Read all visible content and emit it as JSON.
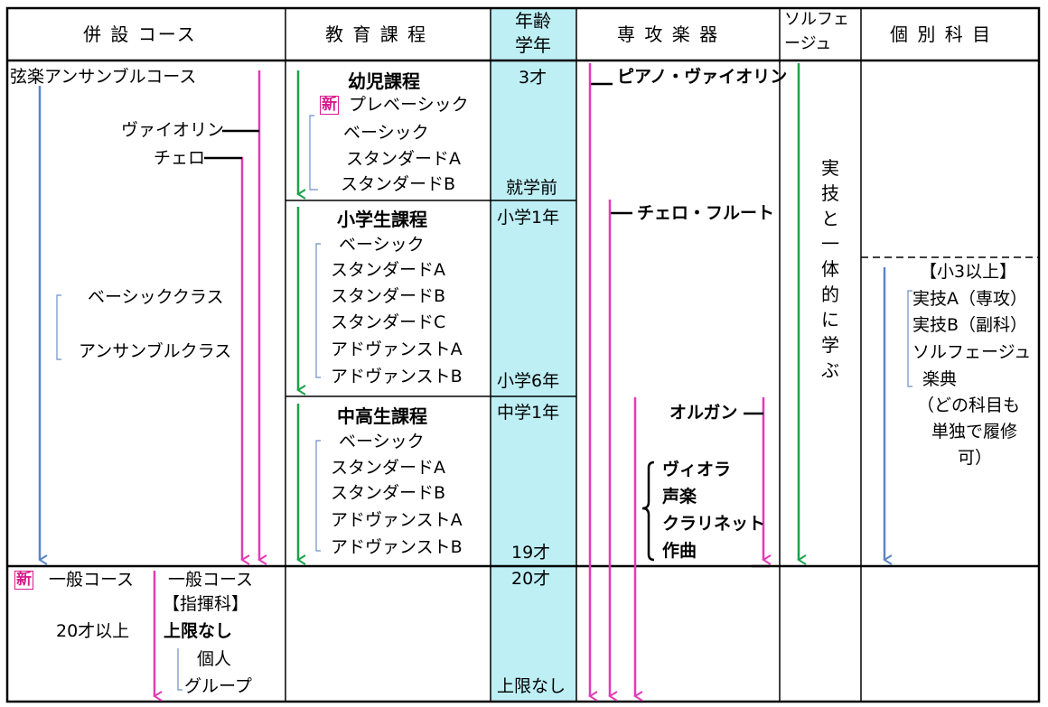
{
  "headers": {
    "course": "併 設 コース",
    "curriculum": "教 育 課 程",
    "age_l1": "年齢",
    "age_l2": "学年",
    "major": "専 攻 楽 器",
    "solfege_l1": "ソルフェ",
    "solfege_l2": "ージュ",
    "individual": "個 別 科 目"
  },
  "course": {
    "title": "弦楽アンサンブルコース",
    "violin": "ヴァイオリン",
    "cello": "チェロ",
    "basic_class": "ベーシッククラス",
    "ensemble_class": "アンサンブルクラス"
  },
  "general": {
    "new_badge": "新",
    "general_course": "一般コース",
    "age_20": "20才以上",
    "general_course2": "一般コース",
    "conductor": "【指揮科】",
    "no_limit": "上限なし",
    "private": "個人",
    "group": "グループ"
  },
  "curriculum": {
    "infant": {
      "title": "幼児課程",
      "new_badge": "新",
      "items": [
        "プレベーシック",
        "ベーシック",
        "スタンダードA",
        "スタンダードB"
      ]
    },
    "elementary": {
      "title": "小学生課程",
      "items": [
        "ベーシック",
        "スタンダードA",
        "スタンダードB",
        "スタンダードC",
        "アドヴァンストA",
        "アドヴァンストB"
      ]
    },
    "secondary": {
      "title": "中高生課程",
      "items": [
        "ベーシック",
        "スタンダードA",
        "スタンダードB",
        "アドヴァンストA",
        "アドヴァンストB"
      ]
    }
  },
  "age": {
    "a3": "3才",
    "preschool": "就学前",
    "e1": "小学1年",
    "e6": "小学6年",
    "j1": "中学1年",
    "a19": "19才",
    "a20": "20才",
    "no_limit": "上限なし"
  },
  "major": {
    "piano_violin": "ピアノ・ヴァイオリン",
    "cello_flute": "チェロ・フルート",
    "organ": "オルガン",
    "others": [
      "ヴィオラ",
      "声楽",
      "クラリネット",
      "作曲"
    ]
  },
  "solfege": {
    "vertical_text": "実技と一体的に学ぶ"
  },
  "individual": {
    "title": "【小3以上】",
    "items": [
      "実技A（専攻）",
      "実技B（副科）",
      "ソルフェージュ",
      "楽典"
    ],
    "note_lines": [
      "（どの科目も",
      "単独で履修",
      "可）"
    ]
  },
  "colors": {
    "age_fill": "#bdeff5",
    "pink": "#e33bb8",
    "green": "#19a34a",
    "blue": "#5a86c6",
    "badge": "#d81b8c"
  }
}
